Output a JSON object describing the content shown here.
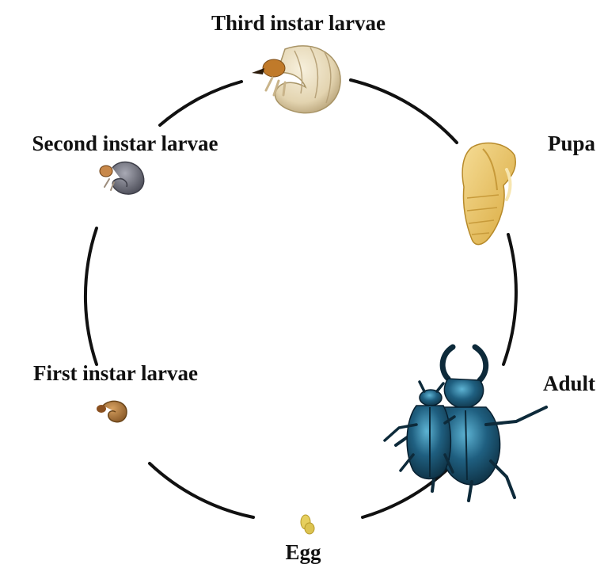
{
  "stages": [
    {
      "id": "third",
      "label": "Third instar larvae"
    },
    {
      "id": "pupa",
      "label": "Pupa"
    },
    {
      "id": "adult",
      "label": "Adult"
    },
    {
      "id": "egg",
      "label": "Egg"
    },
    {
      "id": "first",
      "label": "First instar larvae"
    },
    {
      "id": "second",
      "label": "Second instar larvae"
    }
  ],
  "colors": {
    "cycle_line": "#111111",
    "larva_third": "#e8dcc0",
    "larva_second": "#6e6f7a",
    "larva_first": "#b07a3a",
    "pupa": "#ecc66a",
    "egg": "#e2cc5a",
    "beetle": "#17435c",
    "beetle_sheen": "#4fa7c9"
  }
}
